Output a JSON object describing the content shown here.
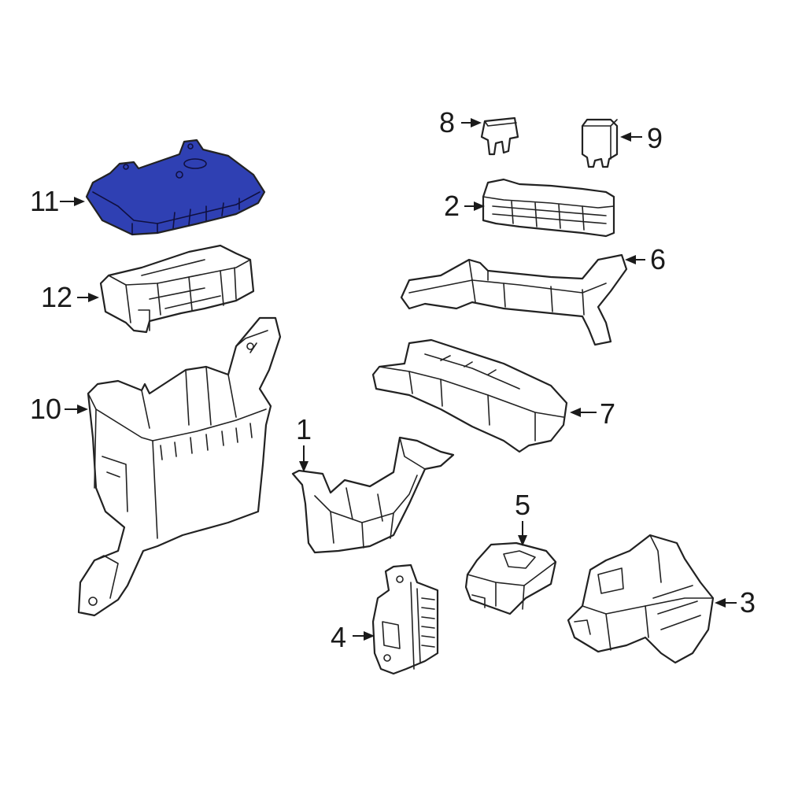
{
  "diagram": {
    "callouts": {
      "c1": "1",
      "c2": "2",
      "c3": "3",
      "c4": "4",
      "c5": "5",
      "c6": "6",
      "c7": "7",
      "c8": "8",
      "c9": "9",
      "c10": "10",
      "c11": "11",
      "c12": "12"
    },
    "highlighted_part": "11",
    "colors": {
      "highlight_fill": "#2f40b3",
      "line": "#222222",
      "background": "#ffffff"
    }
  }
}
